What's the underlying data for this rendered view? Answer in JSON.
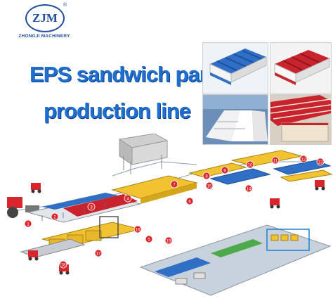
{
  "brand": {
    "logo_text": "ZJM",
    "registered_mark": "®",
    "company": "ZHONGJI MACHINERY"
  },
  "headline": {
    "line1": "EPS sandwich panel",
    "line2": "production line"
  },
  "station_numbers": [
    "1",
    "2",
    "3",
    "4",
    "5",
    "6",
    "7",
    "8",
    "9",
    "10",
    "11",
    "12",
    "13",
    "14",
    "15",
    "16",
    "17",
    "18",
    "19"
  ],
  "colors": {
    "brand_blue": "#1f4f9c",
    "title_blue": "#1e6fd0",
    "panel_blue": "#2f6fc6",
    "panel_red": "#c9242e",
    "machine_yellow": "#f2c230",
    "marker_red": "#d8262c"
  }
}
